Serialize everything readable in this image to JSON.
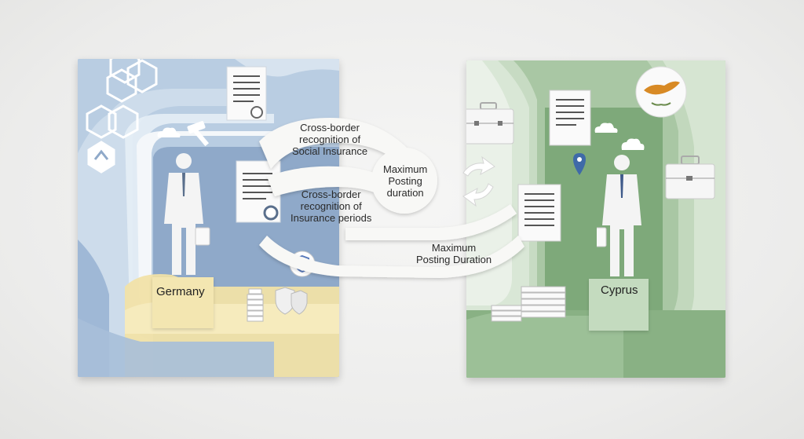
{
  "left_country": "Germany",
  "right_country": "Cyprus",
  "labels": {
    "social_insurance": [
      "Cross-border",
      "recognition of",
      "Social Insurance"
    ],
    "insurance_periods": [
      "Cross-border",
      "recognition of",
      "Insurance periods"
    ],
    "posting_duration_circle": [
      "Maximum",
      "Posting",
      "duration"
    ],
    "posting_duration_bottom": [
      "Maximum",
      "Posting Duration"
    ]
  },
  "icons": [
    "hexagon-icon",
    "document-icon",
    "seal-icon",
    "gavel-icon",
    "cloud-icon",
    "businessman-icon",
    "briefcase-icon",
    "shield-check-icon",
    "map-pin-icon",
    "cyprus-flag-icon",
    "money-stack-icon",
    "cycle-arrows-icon",
    "coin-stack-icon"
  ],
  "colors": {
    "germany_blue": "#b9cde2",
    "germany_sand": "#f1e2a8",
    "cyprus_green": "#a9c7a4",
    "paper": "#f7f7f5",
    "flag_orange": "#d88a25"
  }
}
